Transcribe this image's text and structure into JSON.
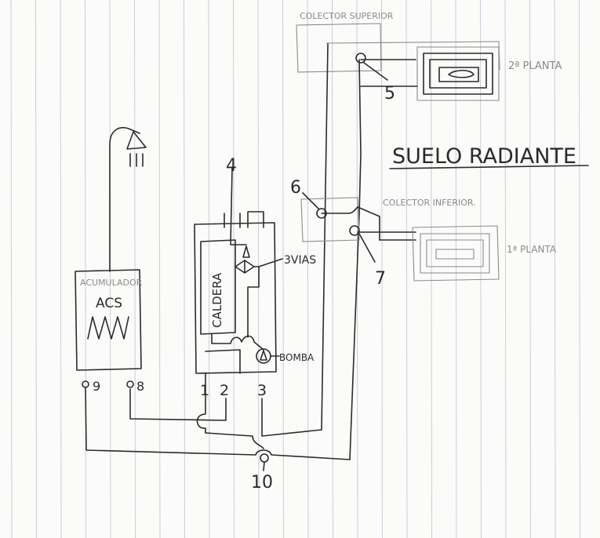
{
  "title": "SUELO RADIANTE",
  "colors": {
    "ink": "#2b2b2b",
    "pencil_light": "#8a8a8a",
    "paper_rule": "#c9ced6",
    "paper": "#fbfbfa"
  },
  "collectors": {
    "upper": "COLECTOR SUPERIOR",
    "lower": "COLECTOR INFERIOR."
  },
  "floors": {
    "second": "2ª PLANTA",
    "first": "1ª PLANTA"
  },
  "tank": {
    "name": "ACUMULADOR",
    "label": "ACS"
  },
  "boiler": {
    "name": "CALDERA",
    "valve": "3VIAS",
    "pump": "BOMBA"
  },
  "numbers": {
    "n1": "1",
    "n2": "2",
    "n3": "3",
    "n4": "4",
    "n5": "5",
    "n6": "6",
    "n7": "7",
    "n8": "8",
    "n9": "9",
    "n10": "10"
  }
}
